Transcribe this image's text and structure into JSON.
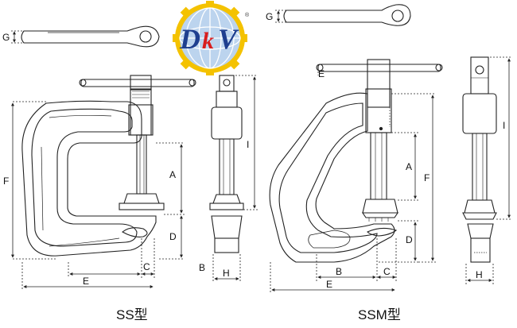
{
  "logo": {
    "letter_d": "D",
    "letter_k": "k",
    "letter_v": "V",
    "registered": "®",
    "colors": {
      "primary": "#1f3f8f",
      "secondary": "#e8b200",
      "accent": "#d81e1e"
    }
  },
  "ss": {
    "caption": "SS型",
    "labels": {
      "G": "G",
      "A": "A",
      "B": "B",
      "C": "C",
      "D": "D",
      "E": "E",
      "F": "F",
      "H": "H",
      "I": "I"
    }
  },
  "ssm": {
    "caption": "SSM型",
    "labels": {
      "G": "G",
      "A": "A",
      "B": "B",
      "C": "C",
      "D": "D",
      "E": "E",
      "F": "F",
      "H": "H",
      "I": "I"
    }
  }
}
